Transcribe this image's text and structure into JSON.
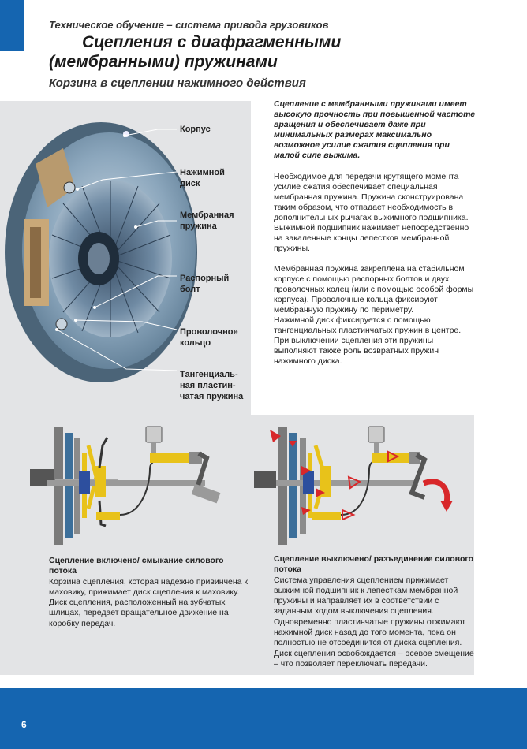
{
  "header": {
    "subtitle": "Техническое обучение – система привода грузовиков",
    "title_line1": "Сцепления с диафрагменными",
    "title_line2": "(мембранными) пружинами",
    "section": "Корзина в сцеплении нажимного действия"
  },
  "callouts": [
    {
      "line1": "Корпус",
      "line2": "",
      "line3": ""
    },
    {
      "line1": "Нажимной",
      "line2": "диск",
      "line3": ""
    },
    {
      "line1": "Мембранная",
      "line2": "пружина",
      "line3": ""
    },
    {
      "line1": "Распорный",
      "line2": "болт",
      "line3": ""
    },
    {
      "line1": "Проволочное",
      "line2": "кольцо",
      "line3": ""
    },
    {
      "line1": "Тангенциаль-",
      "line2": "ная пластин-",
      "line3": "чатая пружина"
    }
  ],
  "right_text": {
    "lead": "Сцепление с мембранными пружинами имеет высокую прочность при повышенной частоте вращения и обеспечивает даже при минимальных размерах максимально возможное усилие сжатия сцепления при малой силе выжима.",
    "para1": "Необходимое для передачи крутящего момента усилие сжатия обеспечивает специальная мембранная пружина. Пружина сконструирована таким образом, что отпадает необходимость в дополнительных рычагах выжимного подшипника. Выжимной подшипник нажимает непосредственно на закаленные концы лепестков мембранной пружины.",
    "para2": "Мембранная пружина закреплена на стабильном корпусе с помощью распорных болтов и двух проволочных колец (или с помощью особой формы корпуса). Проволочные кольца фиксируют мембранную пружину по периметру.",
    "para3": "Нажимной диск фиксируется с помощью тангенциальных пластинчатых пружин в центре. При выключении сцепления эти пружины выполняют также роль возвратных пружин нажимного диска."
  },
  "caption_left": {
    "title": "Сцепление включено/ смыкание силового потока",
    "body": "Корзина сцепления, которая надежно привинчена к маховику, прижимает диск сцепления к маховику. Диск сцепления, расположенный на зубчатых шлицах, передает вращательное движение на коробку передач."
  },
  "caption_right": {
    "title": "Сцепление выключено/ разъединение силового потока",
    "body": "Система управления сцеплением прижимает выжимной подшипник к лепесткам мембранной пружины и направляет их в соответствии с заданным ходом выключения сцепления. Одновременно пластинчатые пружины отжимают нажимной диск назад до того момента, пока он полностью не отсоединится от диска сцепления. Диск сцепления освобождается – осевое смещение – что позволяет переключать передачи."
  },
  "footer": {
    "page": "6"
  },
  "colors": {
    "blue": "#1565b0",
    "grey": "#e3e4e6",
    "yellow": "#e8c21a",
    "red": "#d8272a"
  }
}
